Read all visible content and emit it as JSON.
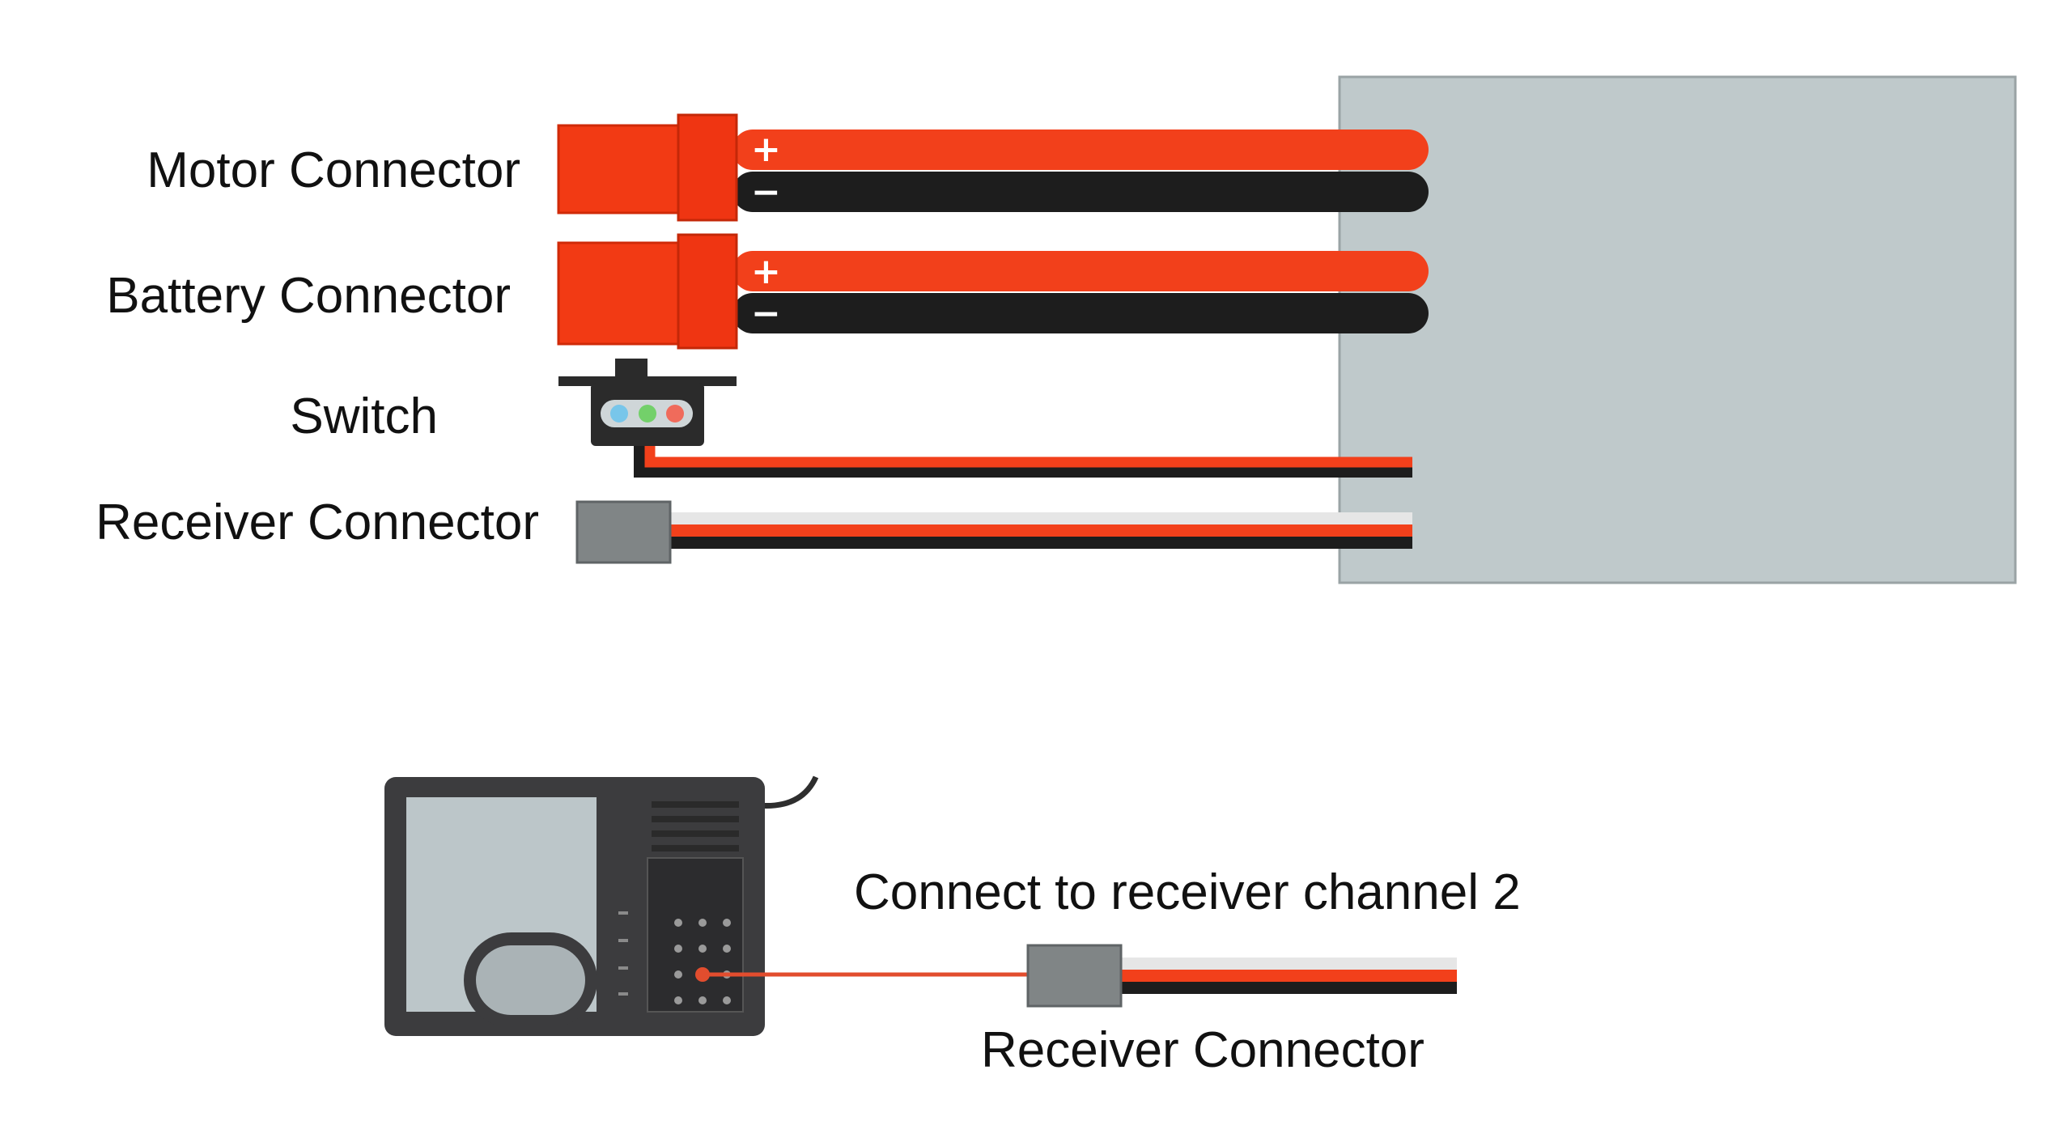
{
  "labels": {
    "motor_connector": "Motor Connector",
    "battery_connector": "Battery Connector",
    "switch": "Switch",
    "receiver_connector_top": "Receiver Connector",
    "receiver_instruction": "Connect to receiver channel 2",
    "receiver_connector_bottom": "Receiver Connector"
  },
  "polarity": {
    "positive": "+",
    "negative": "−"
  },
  "colors": {
    "esc_body": "#bfc9cb",
    "positive_wire": "#f2401b",
    "negative_wire": "#1d1d1d",
    "connector_red": "#f23a14",
    "receiver_plug": "#808586",
    "receiver_case": "#3c3c3e",
    "receiver_screen": "#bcc6c9",
    "signal_wire": "#e24d2e"
  }
}
